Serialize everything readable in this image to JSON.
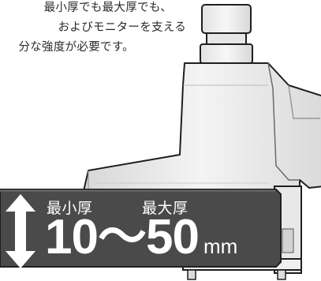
{
  "caption": {
    "lines": [
      "最小厚でも最大厚でも、",
      "およびモニターを支える",
      "分な強度が必要です。"
    ]
  },
  "spec": {
    "min_label": "最小厚",
    "max_label": "最大厚",
    "range_text": "10〜50",
    "unit": "mm"
  },
  "colors": {
    "plate_fill": "#4a4a4a",
    "clamp_light": "#ececec",
    "clamp_mid": "#cfcfcf",
    "outline": "#1f1f1f",
    "text_dark": "#2b2b2b",
    "text_light": "#ffffff"
  },
  "icons": [
    "double-headed-arrow-icon"
  ]
}
